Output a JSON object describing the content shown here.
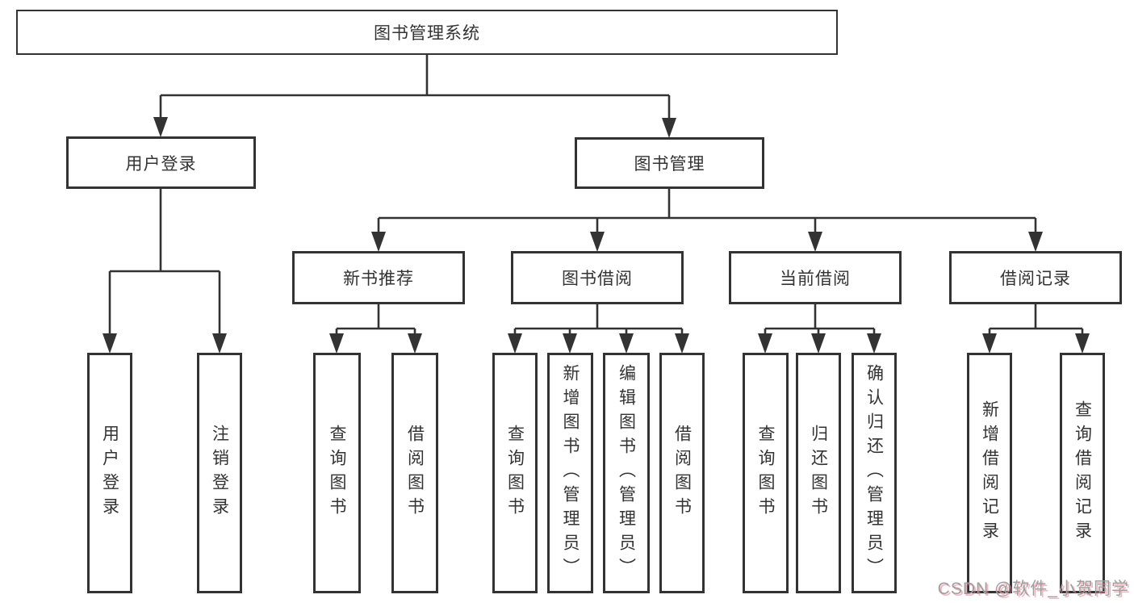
{
  "diagram": {
    "title": "图书管理系统",
    "colors": {
      "line": "#333333",
      "box_border": "#333333",
      "text": "#333333",
      "background": "#ffffff",
      "watermark_text": "#9e9e9e",
      "watermark_shadow": "#e97a8c"
    },
    "root": {
      "label": "图书管理系统"
    },
    "level2": [
      {
        "label": "用户登录"
      },
      {
        "label": "图书管理"
      }
    ],
    "level3": [
      {
        "label": "新书推荐",
        "parent": "图书管理"
      },
      {
        "label": "图书借阅",
        "parent": "图书管理"
      },
      {
        "label": "当前借阅",
        "parent": "图书管理"
      },
      {
        "label": "借阅记录",
        "parent": "图书管理"
      }
    ],
    "leaves": [
      {
        "label": "用户登录",
        "parent": "用户登录"
      },
      {
        "label": "注销登录",
        "parent": "用户登录"
      },
      {
        "label": "查询图书",
        "parent": "新书推荐"
      },
      {
        "label": "借阅图书",
        "parent": "新书推荐"
      },
      {
        "label": "查询图书",
        "parent": "图书借阅"
      },
      {
        "label": "新增图书（管理员）",
        "parent": "图书借阅"
      },
      {
        "label": "编辑图书（管理员）",
        "parent": "图书借阅"
      },
      {
        "label": "借阅图书",
        "parent": "图书借阅"
      },
      {
        "label": "查询图书",
        "parent": "当前借阅"
      },
      {
        "label": "归还图书",
        "parent": "当前借阅"
      },
      {
        "label": "确认归还（管理员）",
        "parent": "当前借阅"
      },
      {
        "label": "新增借阅记录",
        "parent": "借阅记录"
      },
      {
        "label": "查询借阅记录",
        "parent": "借阅记录"
      }
    ]
  },
  "watermark": {
    "text": "CSDN @软件_小贺同学"
  }
}
